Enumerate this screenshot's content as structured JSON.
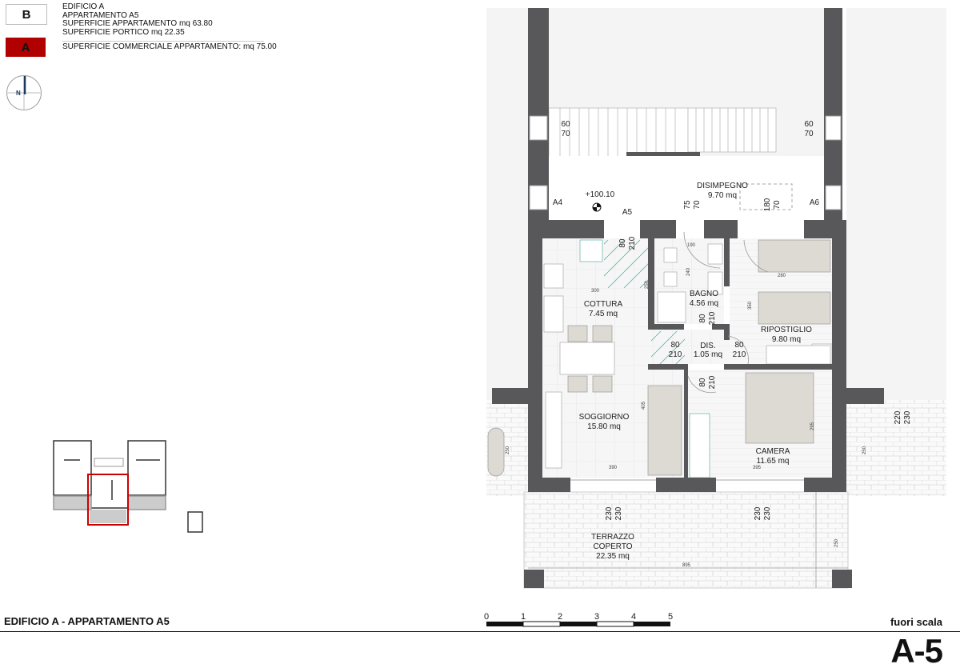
{
  "legend": {
    "badge_b": "B",
    "badge_a": "A",
    "badge_a_color": "#b00000",
    "lines": [
      "EDIFICIO A",
      "APPARTAMENTO A5",
      "SUPERFICIE APPARTAMENTO mq 63.80",
      "SUPERFICIE PORTICO mq 22.35"
    ],
    "commercial": "SUPERFICIE COMMERCIALE APPARTAMENTO: mq 75.00",
    "north": "N"
  },
  "plan": {
    "elevation": "+100.10",
    "units": [
      "A4",
      "A5",
      "A6"
    ],
    "rooms": [
      {
        "name": "DISIMPEGNO",
        "area": "9.70 mq"
      },
      {
        "name": "COTTURA",
        "area": "7.45 mq"
      },
      {
        "name": "BAGNO",
        "area": "4.56 mq"
      },
      {
        "name": "RIPOSTIGLIO",
        "area": "9.80 mq"
      },
      {
        "name": "DIS.",
        "area": "1.05 mq"
      },
      {
        "name": "SOGGIORNO",
        "area": "15.80 mq"
      },
      {
        "name": "CAMERA",
        "area": "11.65 mq"
      },
      {
        "name": "TERRAZZO",
        "name2": "COPERTO",
        "area": "22.35 mq"
      }
    ],
    "openings": [
      "60",
      "70",
      "60",
      "70",
      "75",
      "70",
      "180",
      "70",
      "80",
      "210",
      "80",
      "210",
      "80",
      "210",
      "80",
      "210",
      "80",
      "210",
      "220",
      "230",
      "230",
      "230",
      "230",
      "230"
    ],
    "dimensions": [
      "190",
      "240",
      "280",
      "300",
      "250",
      "350",
      "405",
      "295",
      "390",
      "395",
      "250",
      "250",
      "250",
      "895"
    ]
  },
  "footer": {
    "title": "EDIFICIO A - APPARTAMENTO A5",
    "scale_note": "fuori scala",
    "sheet": "A-5",
    "scale_labels": [
      "0",
      "1",
      "2",
      "3",
      "4",
      "5"
    ]
  },
  "colors": {
    "wall": "#58585a",
    "accent": "#b00000",
    "door_hatch": "#5fb3a6"
  }
}
